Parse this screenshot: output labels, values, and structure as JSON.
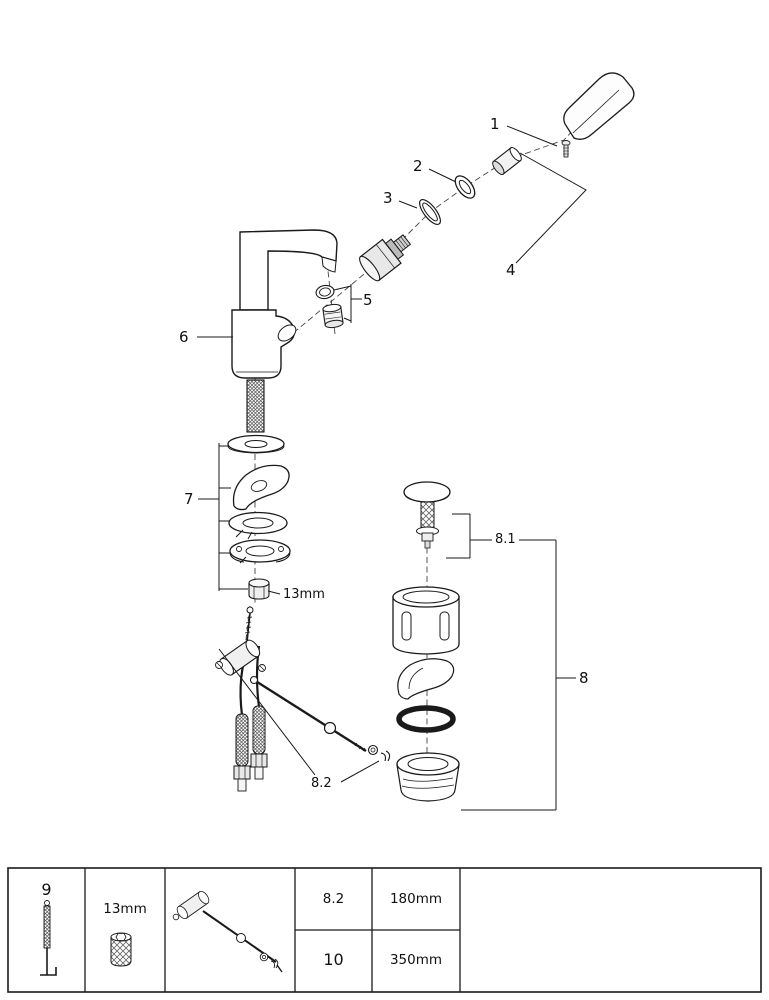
{
  "diagram": {
    "callouts": {
      "n1": "1",
      "n2": "2",
      "n3": "3",
      "n4": "4",
      "n5": "5",
      "n6": "6",
      "n7": "7",
      "n8": "8",
      "n81": "8.1",
      "n82": "8.2",
      "wrench_note": "13mm"
    }
  },
  "table": {
    "part_left": "9",
    "tool_size": "13mm",
    "rows": [
      {
        "ref": "8.2",
        "length": "180mm"
      },
      {
        "ref": "10",
        "length": "350mm"
      }
    ]
  },
  "colors": {
    "line": "#1a1a1a",
    "background": "#ffffff"
  }
}
